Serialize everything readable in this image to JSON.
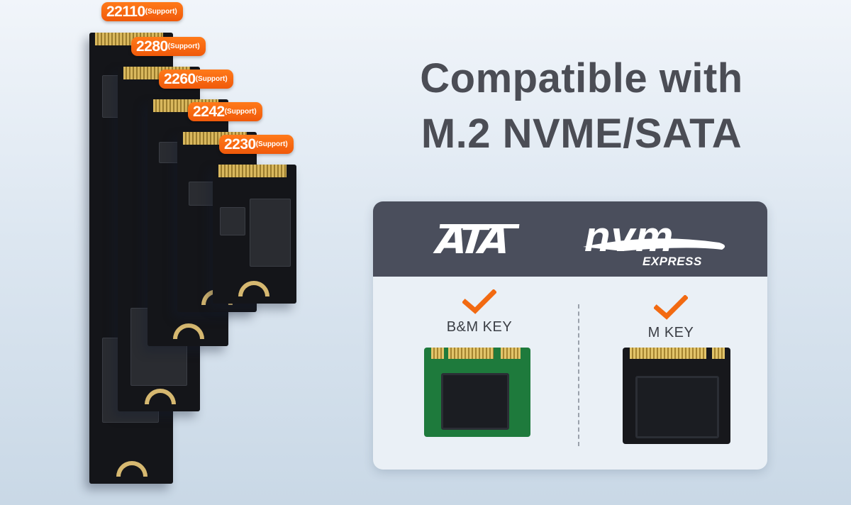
{
  "heading": {
    "line1": "Compatible with",
    "line2": "M.2 NVME/SATA"
  },
  "sizes": [
    {
      "label": "22110",
      "note": "(Support)"
    },
    {
      "label": "2280",
      "note": "(Support)"
    },
    {
      "label": "2260",
      "note": "(Support)"
    },
    {
      "label": "2242",
      "note": "(Support)"
    },
    {
      "label": "2230",
      "note": "(Support)"
    }
  ],
  "card": {
    "logos": {
      "sata": "ATA",
      "nvme_main": "nvm",
      "nvme_sub": "EXPRESS"
    },
    "keys": [
      {
        "label": "B&M KEY",
        "icon": "checkmark-icon"
      },
      {
        "label": "M KEY",
        "icon": "checkmark-icon"
      }
    ]
  },
  "colors": {
    "accent_orange": "#f26a12",
    "header_dark": "#4a4e5c",
    "heading_text": "#4b4d55",
    "pcb_green": "#1e7a3c",
    "pcb_black": "#141519"
  }
}
